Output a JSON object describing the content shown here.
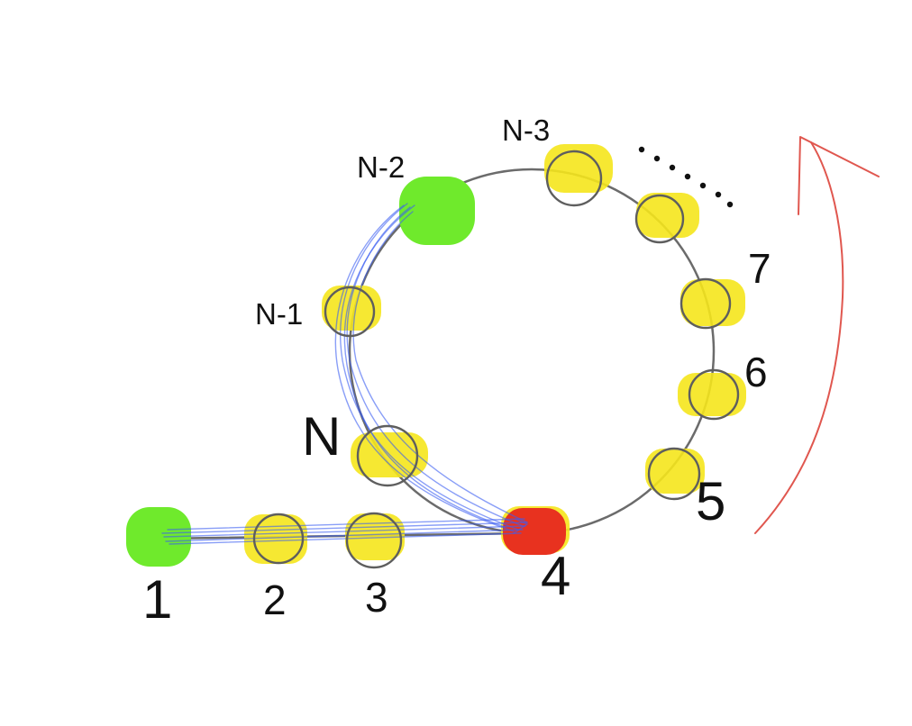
{
  "colors": {
    "background": "#ffffff",
    "path_outline": "#6b6b6b",
    "highlight_yellow": "#f5e61c",
    "start_green": "#6fea2c",
    "meeting_red": "#e8321f",
    "trace_blue": "#3b5ef2",
    "direction_arrow_red": "#e0574f",
    "text": "#111111"
  },
  "labels": {
    "node_1": "1",
    "node_2": "2",
    "node_3": "3",
    "node_4": "4",
    "node_5": "5",
    "node_6": "6",
    "node_7": "7",
    "node_n": "N",
    "node_n_minus_1": "N-1",
    "node_n_minus_2": "N-2",
    "node_n_minus_3": "N-3",
    "ellipsis": "......"
  },
  "icons": {
    "direction_arrow": "curved-arrow-up-icon"
  }
}
